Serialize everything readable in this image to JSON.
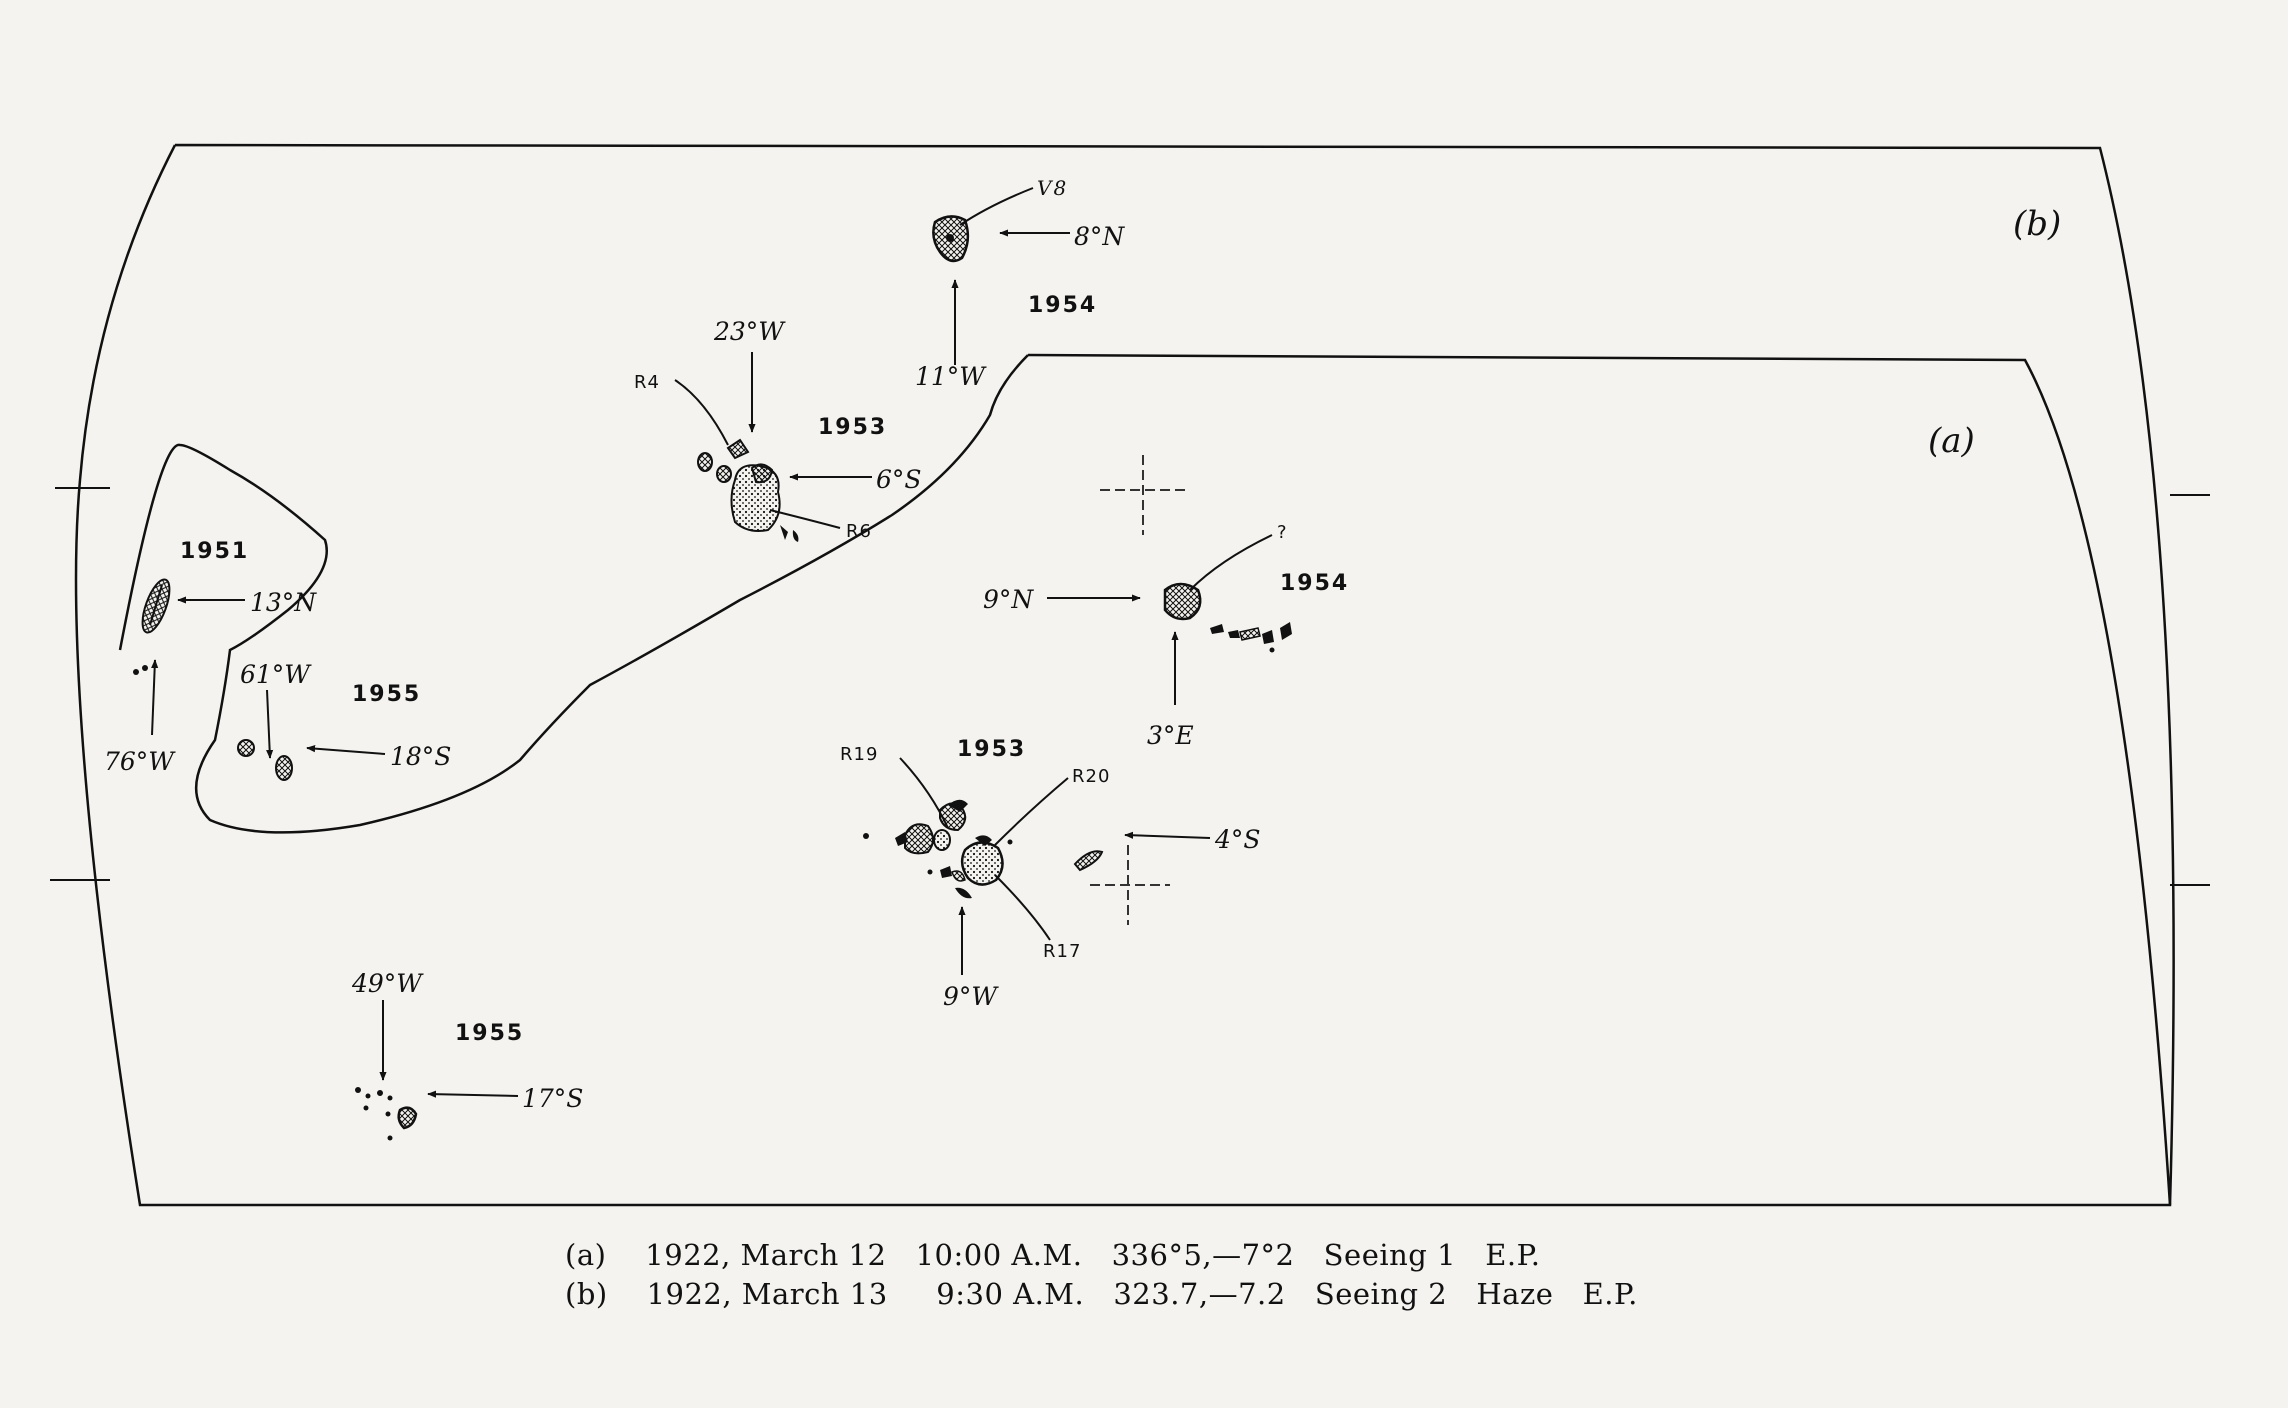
{
  "panel_labels": {
    "a": "(a)",
    "b": "(b)"
  },
  "groups": {
    "g1951": "1951",
    "g1955_top": "1955",
    "g1955_bottom": "1955",
    "g1953_b": "1953",
    "g1954_b": "1954",
    "g1954_a": "1954",
    "g1953_a": "1953"
  },
  "coordinates": {
    "c13N": "13°N",
    "c76W": "76°W",
    "c61W": "61°W",
    "c18S": "18°S",
    "c23W": "23°W",
    "c6S": "6°S",
    "c8N": "8°N",
    "c11W": "11°W",
    "c9N": "9°N",
    "c3E": "3°E",
    "c4S": "4°S",
    "c9W": "9°W",
    "c49W": "49°W",
    "c17S": "17°S"
  },
  "spot_tags": {
    "V8": "V8",
    "R4": "R4",
    "R6": "R6",
    "R19": "R19",
    "R20": "R20",
    "R17": "R17",
    "unknown": "?"
  },
  "caption": {
    "line_a": "(a)    1922, March 12   10:00 A.M.   336°5,—7°2   Seeing 1   E.P.",
    "line_b": "(b)    1922, March 13     9:30 A.M.   323.7,—7.2   Seeing 2   Haze   E.P."
  }
}
